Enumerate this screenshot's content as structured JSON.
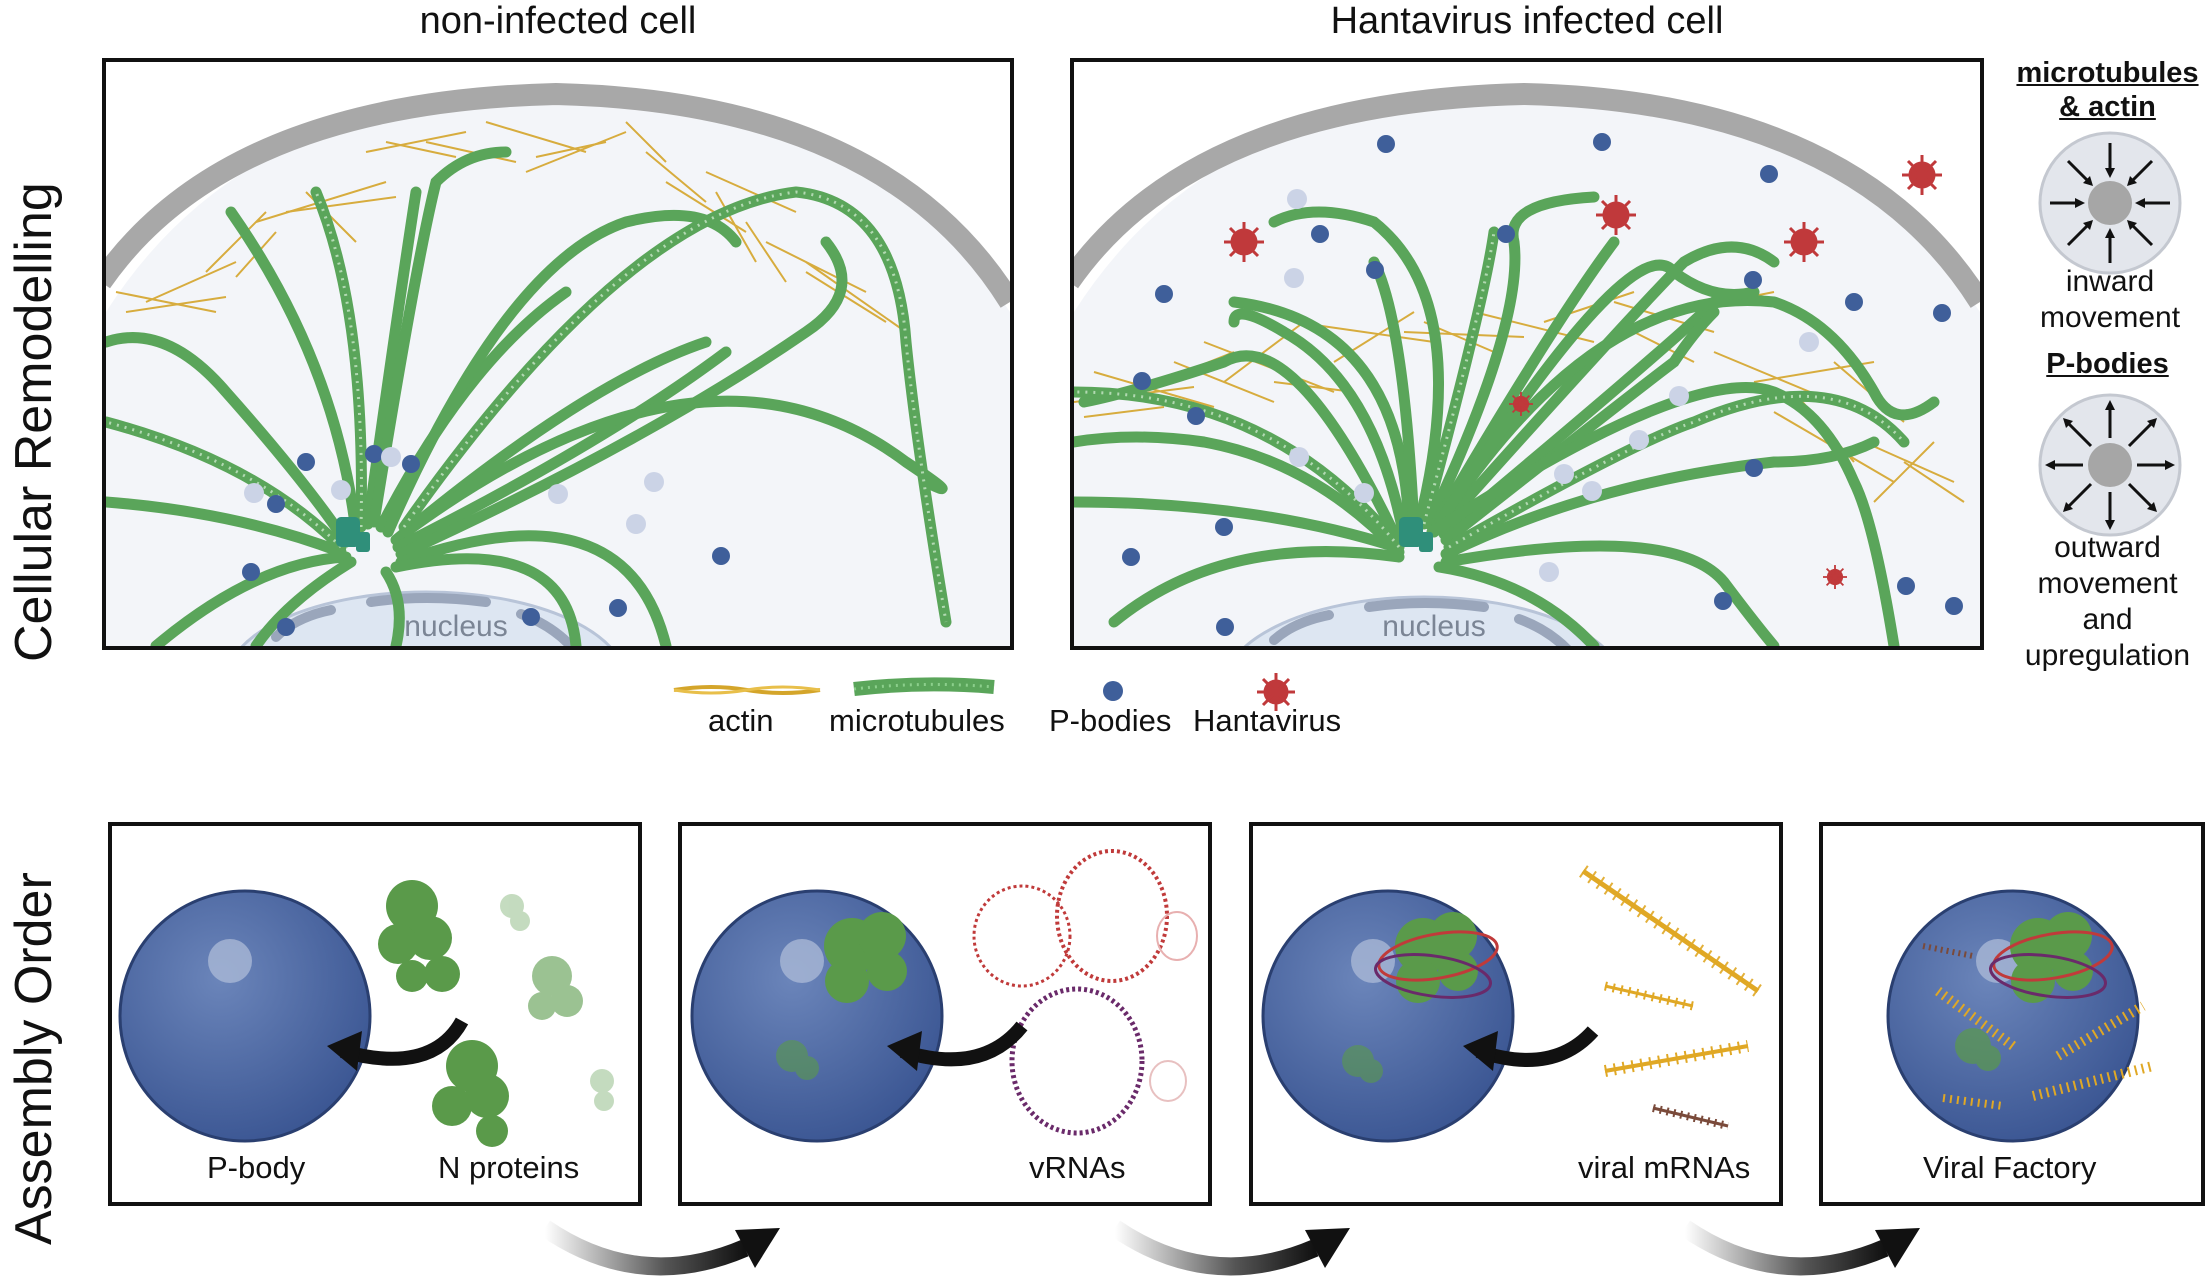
{
  "row_titles": {
    "top": "Cellular Remodelling",
    "bottom": "Assembly Order"
  },
  "panels": {
    "left_title": "non-infected cell",
    "right_title": "Hantavirus infected cell",
    "nucleus_label": "nucleus"
  },
  "legend": {
    "actin": "actin",
    "microtubules": "microtubules",
    "p_bodies": "P-bodies",
    "hantavirus": "Hantavirus"
  },
  "side": {
    "head1": "microtubules & actin",
    "text1": "inward movement",
    "head2": "P-bodies",
    "text2": "outward movement and upregulation"
  },
  "steps": [
    {
      "label_a": "P-body",
      "label_b": "N proteins"
    },
    {
      "label_a": "",
      "label_b": "vRNAs"
    },
    {
      "label_a": "",
      "label_b": "viral mRNAs"
    },
    {
      "label_a": "",
      "label_b": "Viral Factory"
    }
  ],
  "colors": {
    "microtubule": "#5aa55a",
    "actin": "#d4a52a",
    "p_body": "#3f5f9a",
    "hantavirus": "#c0393b",
    "vrna": "#c03a3a",
    "mrna_purple": "#6a2a6a"
  }
}
